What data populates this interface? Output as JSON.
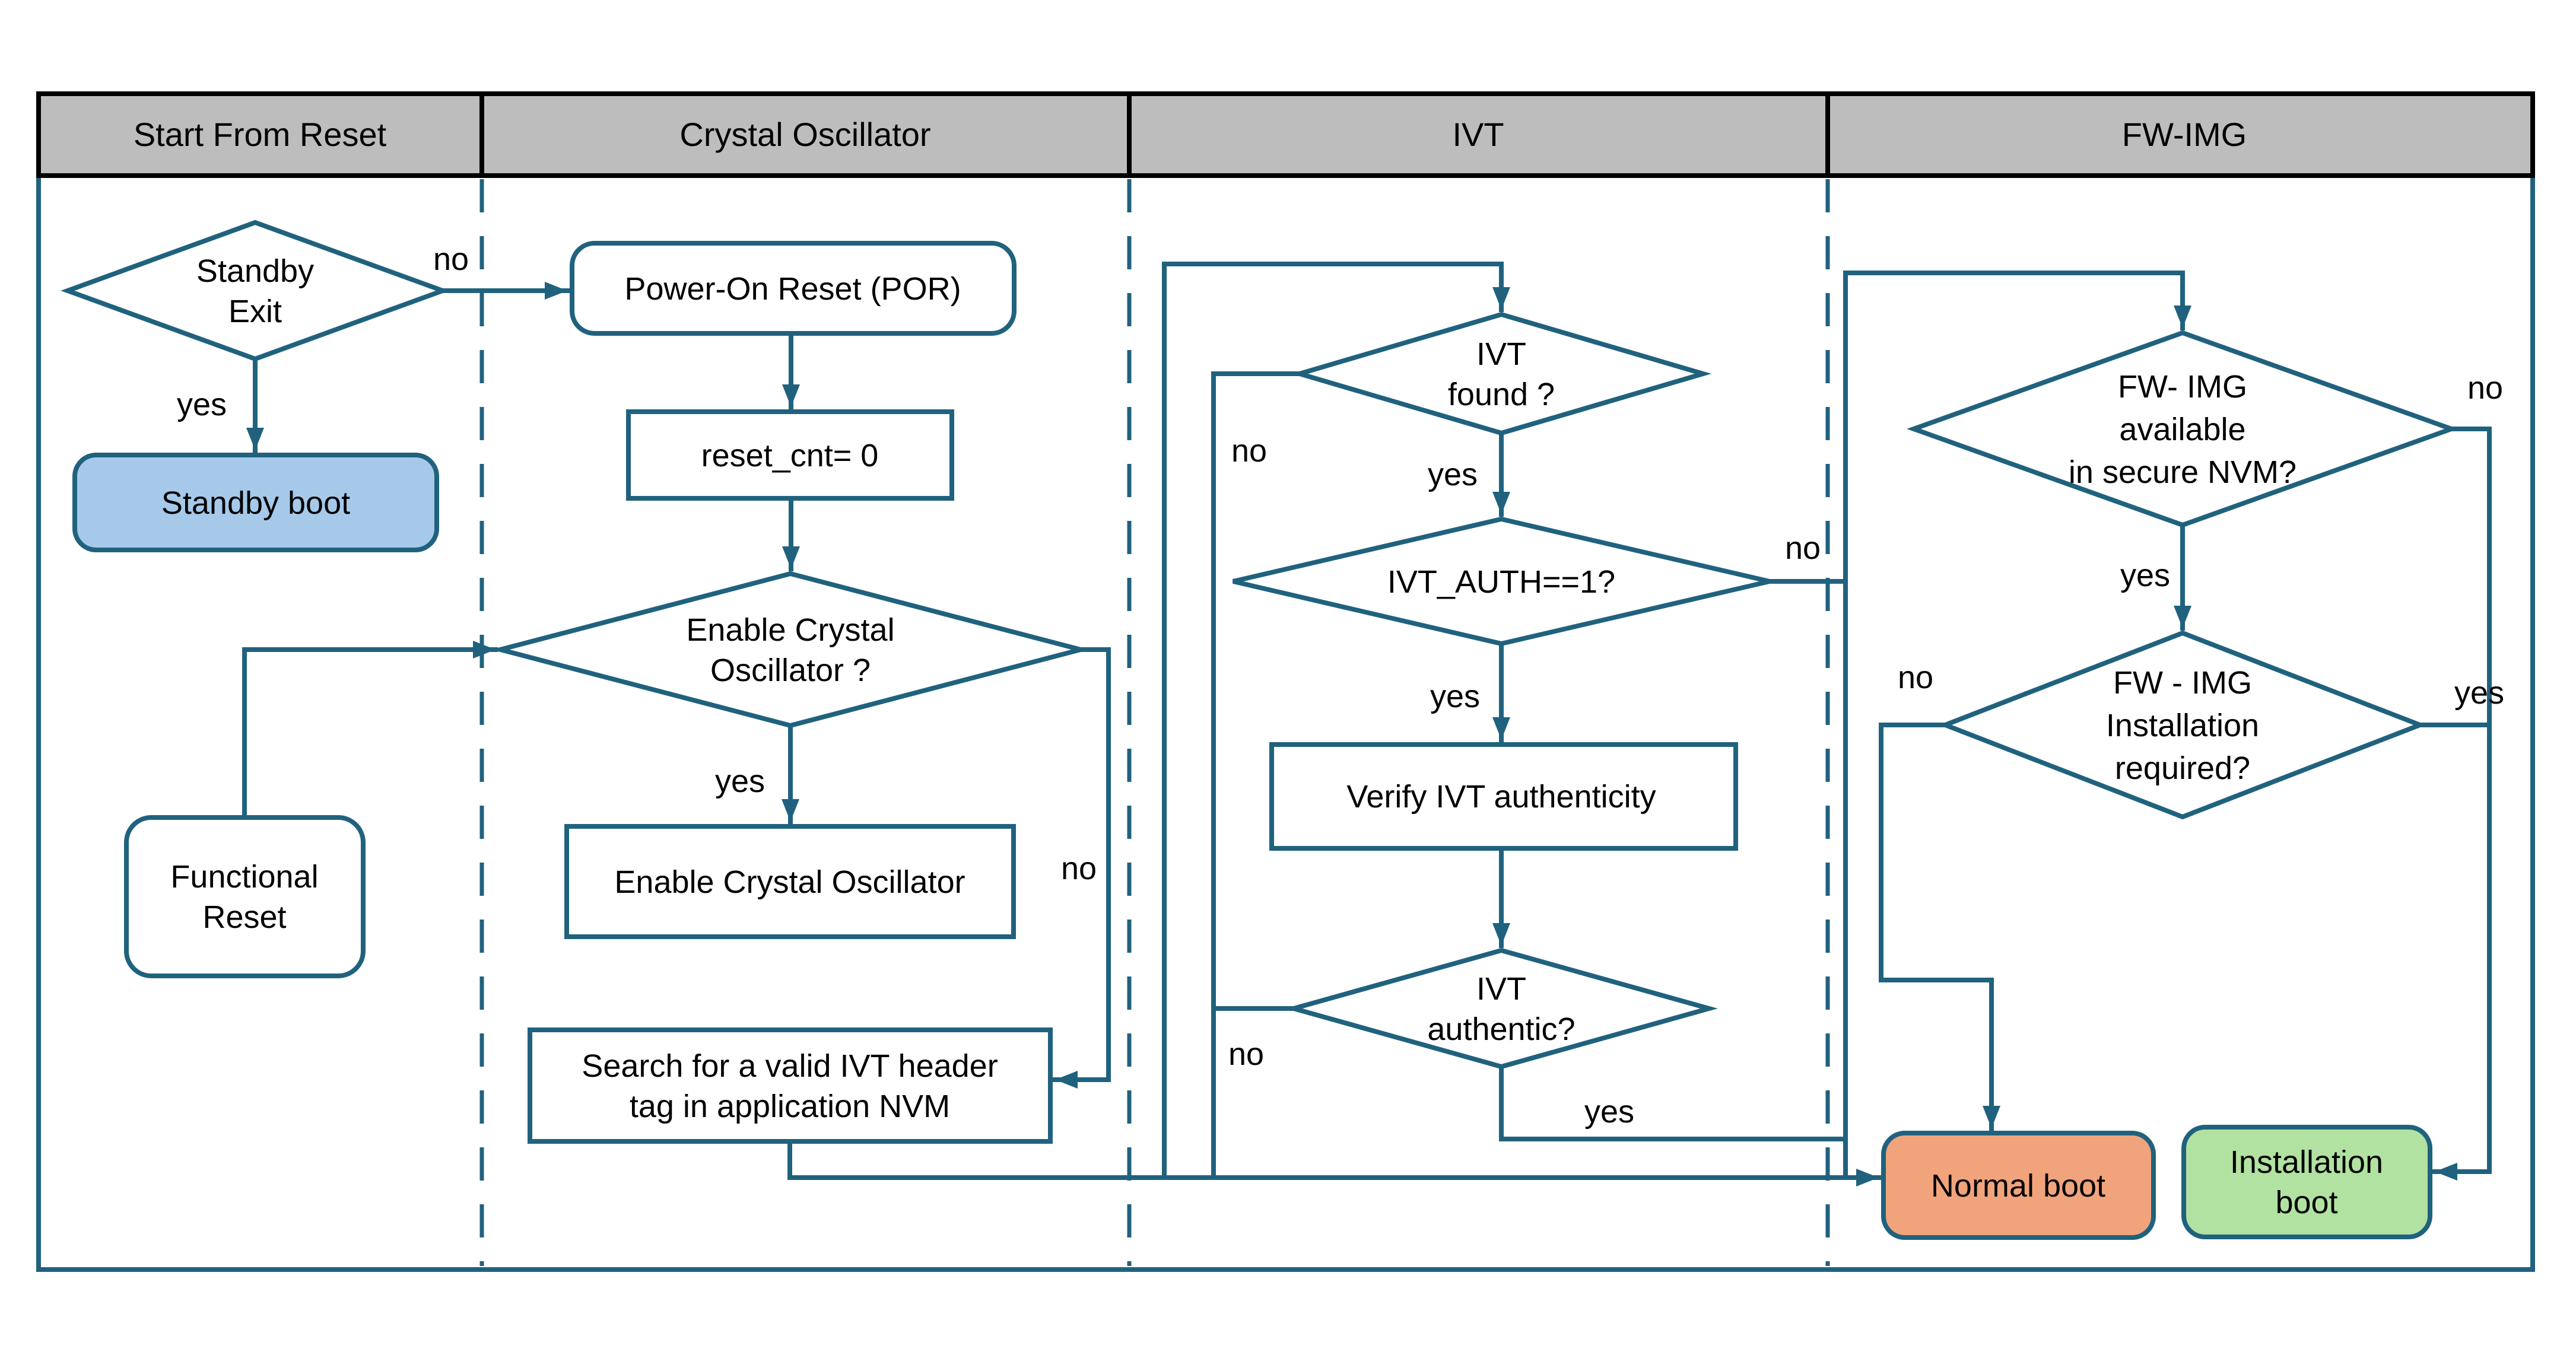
{
  "title": "Boot flow swimlane diagram",
  "lanes": [
    {
      "label": "Start From Reset"
    },
    {
      "label": "Crystal Oscillator"
    },
    {
      "label": "IVT"
    },
    {
      "label": "FW-IMG"
    }
  ],
  "nodes": {
    "standby_exit": {
      "lines": [
        "Standby",
        "Exit"
      ]
    },
    "standby_boot": {
      "label": "Standby boot"
    },
    "por": {
      "label": "Power-On Reset (POR)"
    },
    "reset_cnt": {
      "label": "reset_cnt= 0"
    },
    "enable_xo_q": {
      "lines": [
        "Enable Crystal",
        "Oscillator ?"
      ]
    },
    "functional_reset": {
      "lines": [
        "Functional",
        "Reset"
      ]
    },
    "enable_xo": {
      "label": "Enable Crystal Oscillator"
    },
    "search_ivt": {
      "lines": [
        "Search for a valid IVT header",
        "tag in application NVM"
      ]
    },
    "ivt_found": {
      "lines": [
        "IVT",
        "found ?"
      ]
    },
    "ivt_auth": {
      "label": "IVT_AUTH==1?"
    },
    "verify_ivt": {
      "label": "Verify IVT authenticity"
    },
    "ivt_authentic": {
      "lines": [
        "IVT",
        "authentic?"
      ]
    },
    "fw_available": {
      "lines": [
        "FW- IMG",
        "available",
        "in secure NVM?"
      ]
    },
    "fw_required": {
      "lines": [
        "FW - IMG",
        "Installation",
        "required?"
      ]
    },
    "normal_boot": {
      "label": "Normal boot"
    },
    "installation_boot": {
      "lines": [
        "Installation",
        "boot"
      ]
    }
  },
  "edges": {
    "standby_no": "no",
    "standby_yes": "yes",
    "xo_yes": "yes",
    "xo_no": "no",
    "found_no": "no",
    "found_yes": "yes",
    "auth_yes": "yes",
    "auth_no": "no",
    "authentic_no": "no",
    "authentic_yes": "yes",
    "avail_no": "no",
    "avail_yes": "yes",
    "req_no": "no",
    "req_yes": "yes"
  },
  "colors": {
    "line": "#20627E",
    "header_fill": "#BDBDBD",
    "header_border": "#000000",
    "standby_boot_fill": "#A6C9E9",
    "normal_boot_fill": "#F1A47C",
    "installation_boot_fill": "#B2E2A1",
    "node_fill": "#FFFFFF",
    "text": "#000000"
  }
}
